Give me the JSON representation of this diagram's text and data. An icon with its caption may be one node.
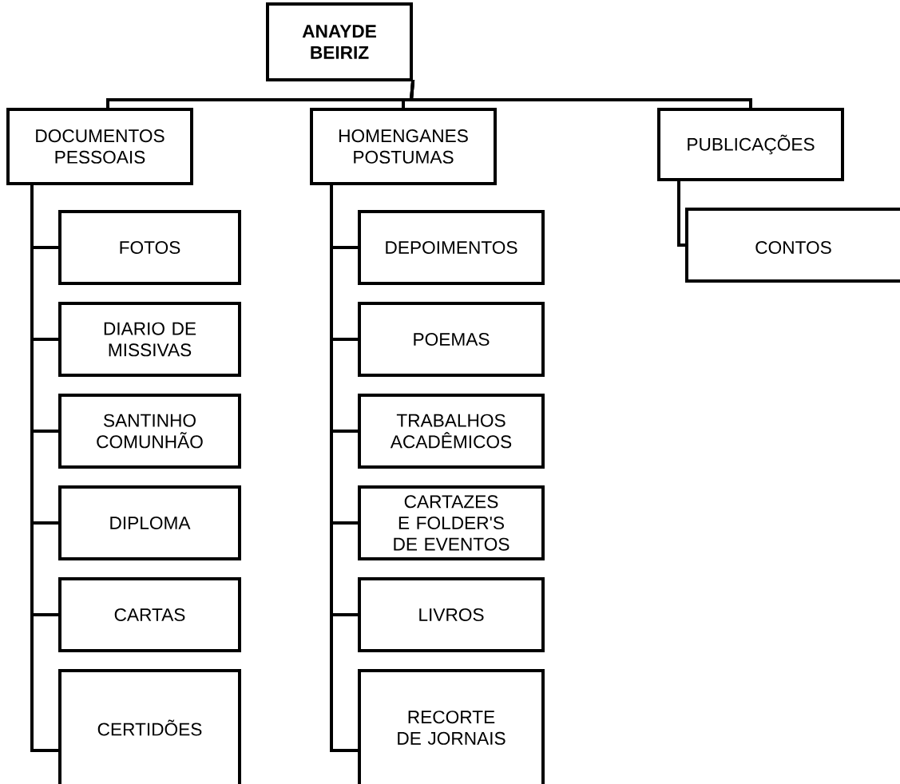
{
  "diagram": {
    "nodes": [
      {
        "text": [
          "ANAYDE BEIRIZ"
        ]
      },
      {
        "text": [
          "DOCUMENTOS PESSOAIS"
        ]
      },
      {
        "text": [
          "HOMENGANES POSTUMAS"
        ]
      },
      {
        "text": [
          "PUBLICAÇÕES"
        ]
      },
      {
        "text": [
          "FOTOS"
        ]
      },
      {
        "text": [
          "DIARIO DE MISSIVAS"
        ]
      },
      {
        "text": [
          "SANTINHO COMUNHÃO"
        ]
      },
      {
        "text": [
          "DIPLOMA"
        ]
      },
      {
        "text": [
          "CARTAS"
        ]
      },
      {
        "text": [
          "CERTIDÕES"
        ]
      },
      {
        "text": [
          "DEPOIMENTOS"
        ]
      },
      {
        "text": [
          "POEMAS"
        ]
      },
      {
        "text": [
          "TRABALHOS ACADÊMICOS"
        ]
      },
      {
        "text": [
          "CARTAZES E FOLDER'S DE EVENTOS"
        ]
      },
      {
        "text": [
          "LIVROS"
        ]
      },
      {
        "text": [
          "RECORTE DE JORNAIS"
        ]
      },
      {
        "text": [
          "CONTOS"
        ]
      }
    ],
    "edges": [
      {
        "from": 0,
        "to": 1,
        "arrow": "none"
      },
      {
        "from": 0,
        "to": 2,
        "arrow": "none"
      },
      {
        "from": 0,
        "to": 3,
        "arrow": "none"
      },
      {
        "from": 1,
        "to": 4,
        "arrow": "none"
      },
      {
        "from": 1,
        "to": 5,
        "arrow": "none"
      },
      {
        "from": 1,
        "to": 6,
        "arrow": "none"
      },
      {
        "from": 1,
        "to": 7,
        "arrow": "none"
      },
      {
        "from": 1,
        "to": 8,
        "arrow": "none"
      },
      {
        "from": 1,
        "to": 9,
        "arrow": "none"
      },
      {
        "from": 2,
        "to": 10,
        "arrow": "none"
      },
      {
        "from": 2,
        "to": 11,
        "arrow": "none"
      },
      {
        "from": 2,
        "to": 12,
        "arrow": "none"
      },
      {
        "from": 2,
        "to": 13,
        "arrow": "none"
      },
      {
        "from": 2,
        "to": 14,
        "arrow": "none"
      },
      {
        "from": 2,
        "to": 15,
        "arrow": "none"
      },
      {
        "from": 3,
        "to": 16,
        "arrow": "none"
      }
    ]
  }
}
